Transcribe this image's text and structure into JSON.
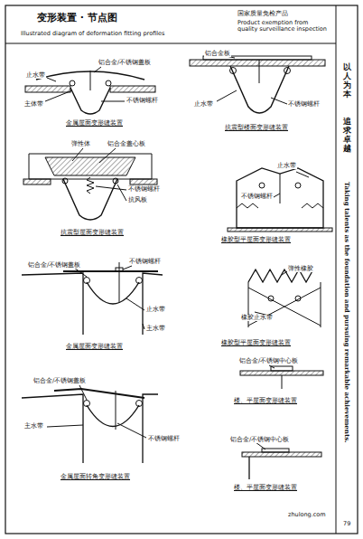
{
  "diagram": {
    "title": "变形装置 · 节点图",
    "labels": [
      "Illustrated diagram of deformation fitting profiles",
      "国家质量免检产品",
      "Product exemption from quality surveillance inspection",
      "以人为本",
      "追求卓越",
      "Taking talents as the foundation and pursuing remarkable achievements.",
      "79",
      "zhulong.com",
      "止水带",
      "铝合金/不锈钢盖板",
      "主体带",
      "不锈钢螺杆",
      "金属屋面变形缝装置",
      "弹性体",
      "铝合金盖心板",
      "不锈钢螺杆",
      "抗风板",
      "抗震型屋面变形缝装置",
      "铝合金/不锈钢盖板",
      "不锈钢螺杆",
      "止水带",
      "主水带",
      "金属屋面变形缝装置",
      "铝合金/不锈钢盖板",
      "主水带",
      "不锈钢螺杆",
      "金属屋面转角变形缝装置",
      "铝合金板",
      "止水带",
      "不锈钢螺杆",
      "抗震型楼面变形缝装置",
      "止水带",
      "不锈钢螺杆",
      "橡胶型平屋面变形缝装置",
      "弹性橡胶",
      "橡胶止水带",
      "橡胶型平屋面变形缝装置",
      "铝合金/不锈钢中心板",
      "楼、平屋面变形缝装置",
      "铝合金/不锈钢中心板",
      "楼、平屋面变形缝装置"
    ]
  }
}
